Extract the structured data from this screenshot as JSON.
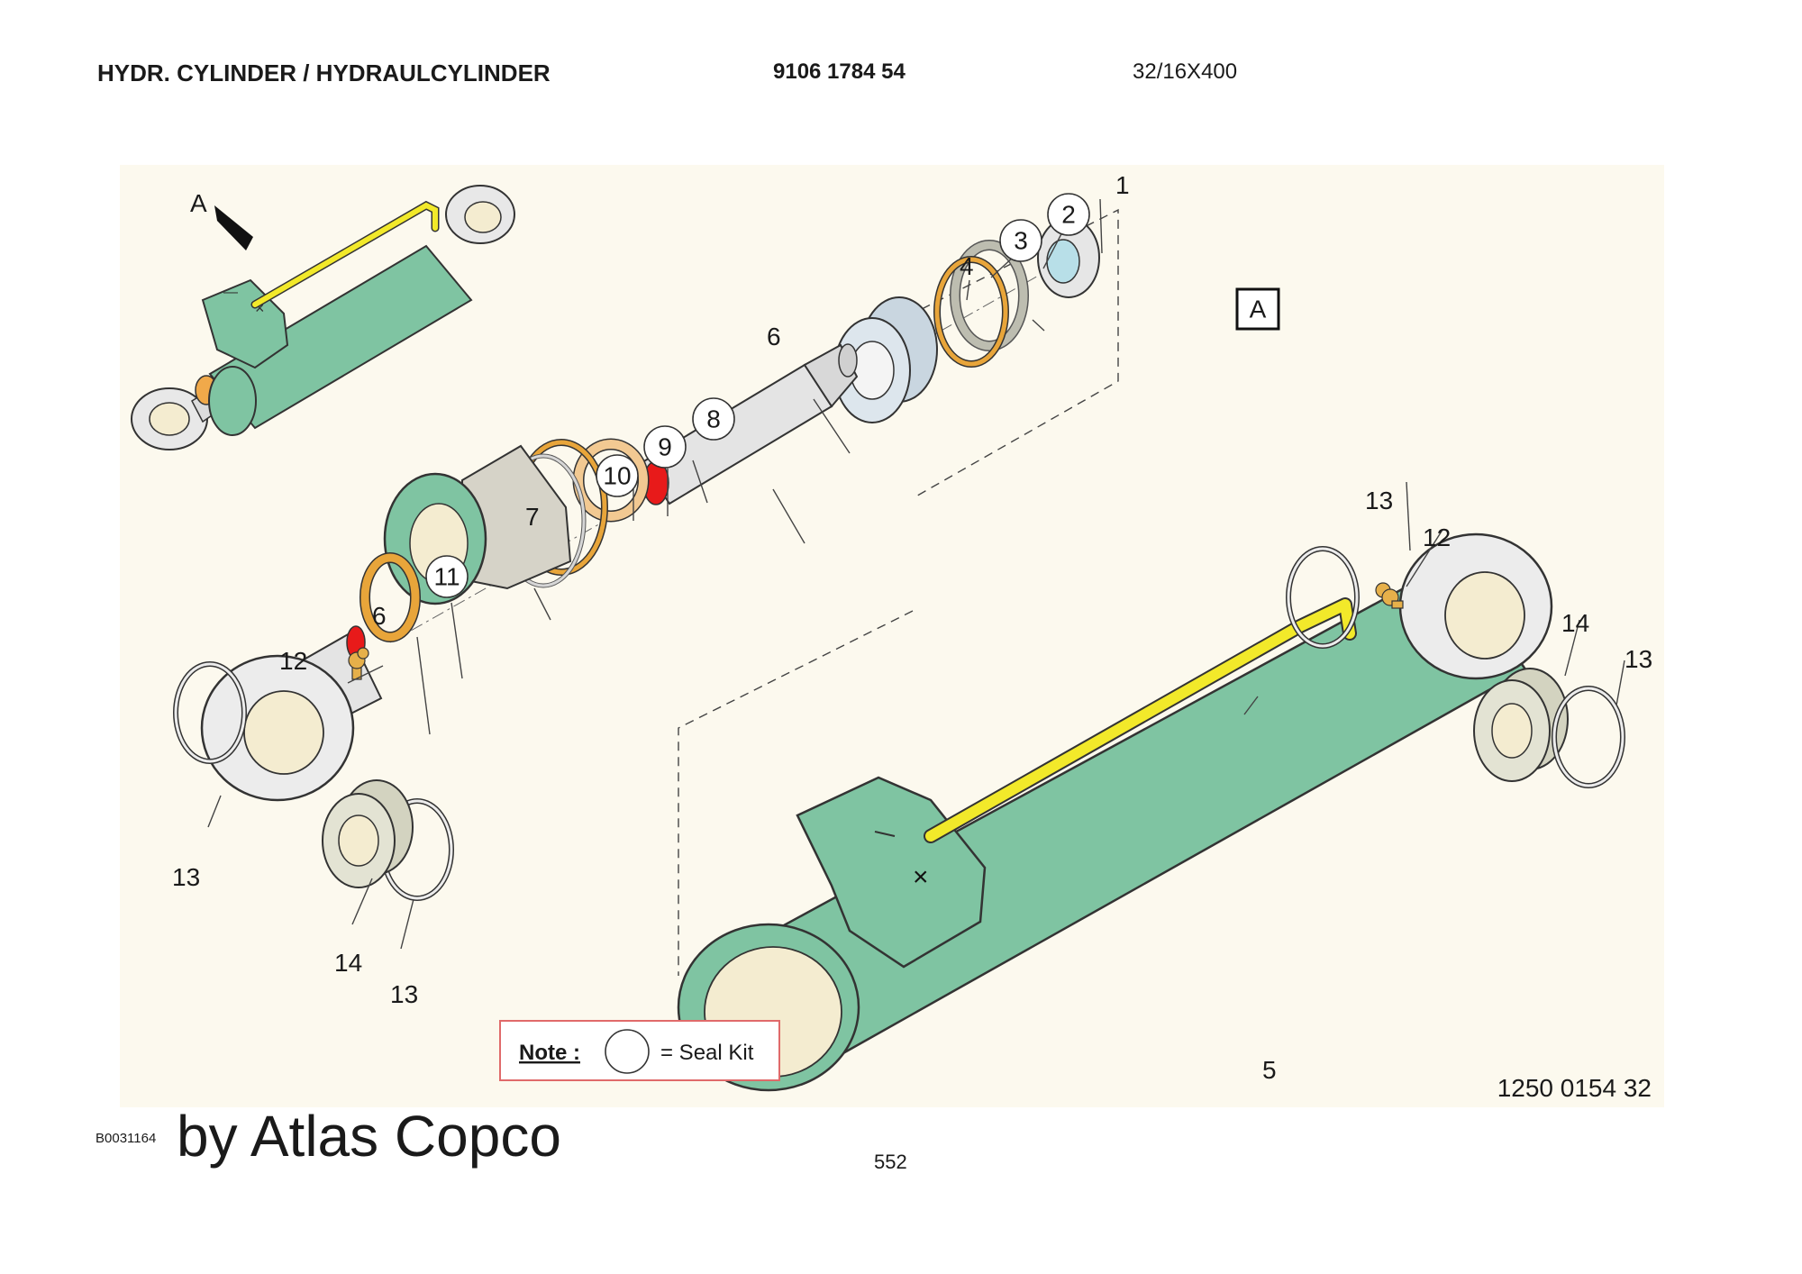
{
  "header": {
    "title": "HYDR. CYLINDER / HYDRAULCYLINDER",
    "part_number": "9106 1784 54",
    "spec": "32/16X400"
  },
  "figure": {
    "view_label": "A",
    "view_box_label": "A",
    "drawing_number": "1250 0154 32",
    "callouts": {
      "c1": "1",
      "c2": "2",
      "c3": "3",
      "c4": "4",
      "c5": "5",
      "c6a": "6",
      "c6b": "6",
      "c7": "7",
      "c8": "8",
      "c9": "9",
      "c10": "10",
      "c11": "11",
      "c12a": "12",
      "c12b": "12",
      "c13a": "13",
      "c13b": "13",
      "c13c": "13",
      "c13d": "13",
      "c14a": "14",
      "c14b": "14"
    },
    "note": {
      "label": "Note :",
      "text": "= Seal Kit"
    },
    "colors": {
      "barrel": "#7fc4a2",
      "hose": "#f2e92a",
      "rod": "#e4e4e4",
      "seal_orange": "#e8a53a",
      "marker_red": "#e81a1a",
      "background": "#fcf9ee"
    }
  },
  "footer": {
    "code": "B0031164",
    "brand": "by Atlas Copco",
    "page": "552"
  }
}
